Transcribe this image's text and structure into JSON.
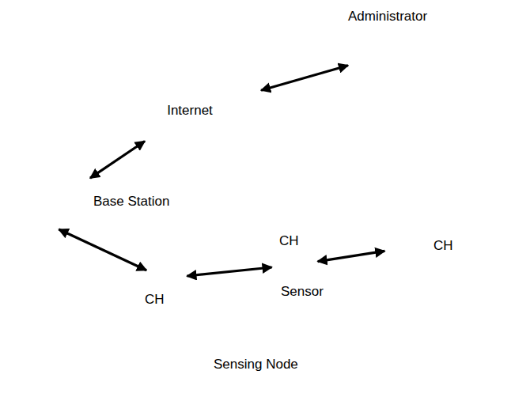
{
  "diagram": {
    "nodes": [
      {
        "text": [
          "Administrator"
        ]
      },
      {
        "text": [
          "Internet"
        ]
      },
      {
        "text": [
          "Base Station"
        ]
      },
      {
        "text": [
          "Sensor",
          "Sensing Node"
        ]
      },
      {
        "text": [
          "CH"
        ],
        "in": 3
      },
      {
        "text": [
          "CH"
        ],
        "in": 3
      },
      {
        "text": [
          "CH"
        ],
        "in": 3
      }
    ],
    "edges": [
      {
        "from": 0,
        "to": 1,
        "arrow": "both"
      },
      {
        "from": 1,
        "to": 2,
        "arrow": "both"
      },
      {
        "from": 2,
        "to": 4,
        "arrow": "both"
      },
      {
        "from": 4,
        "to": 5,
        "arrow": "both"
      },
      {
        "from": 5,
        "to": 6,
        "arrow": "both"
      }
    ]
  }
}
